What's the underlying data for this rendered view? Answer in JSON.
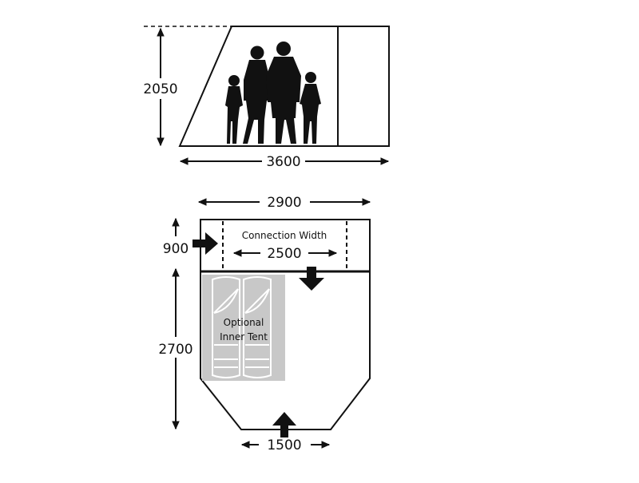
{
  "side_view": {
    "height_label": "2050",
    "length_label": "3600"
  },
  "floor_plan": {
    "width_label": "2900",
    "porch_depth_label": "900",
    "connection_width_title": "Connection Width",
    "connection_width_label": "2500",
    "main_depth_label": "2700",
    "front_width_label": "1500",
    "inner_tent_label_line1": "Optional",
    "inner_tent_label_line2": "Inner Tent"
  },
  "colors": {
    "ink": "#111111",
    "inner_tent_fill": "#c8c8c8"
  },
  "icons": [
    "people-silhouette-icon",
    "entrance-arrow-icon"
  ]
}
